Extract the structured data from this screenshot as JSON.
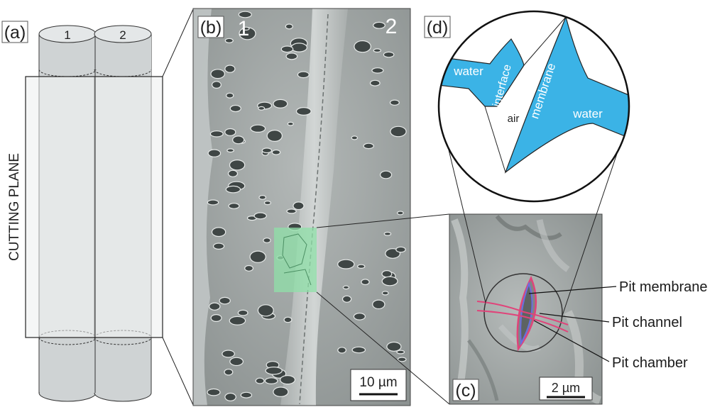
{
  "panel_a": {
    "label": "(a)",
    "cylinder_1": "1",
    "cylinder_2": "2",
    "plane_label": "CUTTING PLANE"
  },
  "panel_b": {
    "label": "(b)",
    "cell_1": "1",
    "cell_2": "2",
    "scale_bar": "10 µm"
  },
  "panel_c": {
    "label": "(c)",
    "scale_bar": "2 µm",
    "callouts": [
      "Pit membrane",
      "Pit channel",
      "Pit chamber"
    ]
  },
  "panel_d": {
    "label": "(d)",
    "water_left": "water",
    "interface": "interface",
    "air": "air",
    "membrane": "membrane",
    "water_right": "water"
  },
  "colors": {
    "water": "#3bb3e6",
    "highlight_green": "#8fe0a8",
    "pit_pink": "#e0447a",
    "pit_blue": "#6a6ee0",
    "sem_gray": "#9ea4a3",
    "cylinder_fill": "#dcdfe0",
    "cylinder_cap": "#cfd3d4"
  }
}
